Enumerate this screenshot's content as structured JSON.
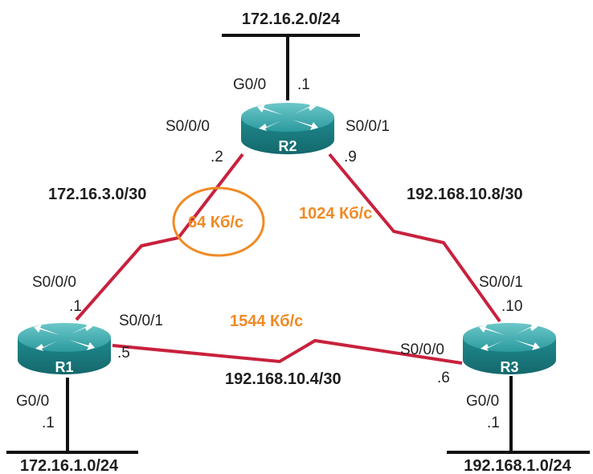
{
  "colors": {
    "link": "#c8213d",
    "bandwidth": "#f08a24",
    "router_body": "#1f8a8e",
    "router_top": "#4fb7ba",
    "lan": "#111111"
  },
  "networks": {
    "r2_lan": "172.16.2.0/24",
    "r1_lan": "172.16.1.0/24",
    "r3_lan": "192.168.1.0/24",
    "r1_r2": "172.16.3.0/30",
    "r2_r3": "192.168.10.8/30",
    "r1_r3": "192.168.10.4/30"
  },
  "bandwidths": {
    "r1_r2": "64 Кб/с",
    "r2_r3": "1024 Кб/с",
    "r1_r3": "1544 Кб/с"
  },
  "routers": {
    "r1": {
      "name": "R1",
      "g0_0": "G0/0",
      "g0_0_ip": ".1",
      "s0_0_0": "S0/0/0",
      "s0_0_0_ip": ".1",
      "s0_0_1": "S0/0/1",
      "s0_0_1_ip": ".5",
      "icon": "router-icon"
    },
    "r2": {
      "name": "R2",
      "g0_0": "G0/0",
      "g0_0_ip": ".1",
      "s0_0_0": "S0/0/0",
      "s0_0_0_ip": ".2",
      "s0_0_1": "S0/0/1",
      "s0_0_1_ip": ".9",
      "icon": "router-icon"
    },
    "r3": {
      "name": "R3",
      "g0_0": "G0/0",
      "g0_0_ip": ".1",
      "s0_0_0": "S0/0/0",
      "s0_0_0_ip": ".6",
      "s0_0_1": "S0/0/1",
      "s0_0_1_ip": ".10",
      "icon": "router-icon"
    }
  }
}
